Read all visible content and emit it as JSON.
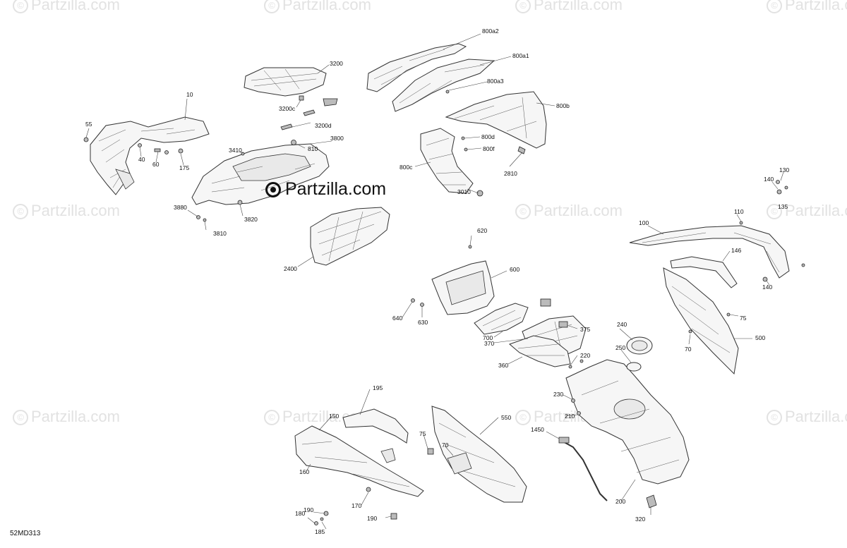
{
  "watermark_text": "Partzilla.com",
  "logo_text": "Partzilla.com",
  "diagram_ref": "52MD313",
  "callouts": {
    "c10": "10",
    "c55": "55",
    "c40": "40",
    "c60": "60",
    "c175": "175",
    "c3200": "3200",
    "c3200c": "3200c",
    "c3200d": "3200d",
    "c3410": "3410",
    "c810": "810",
    "c3800": "3800",
    "c3880": "3880",
    "c3820": "3820",
    "c3810": "3810",
    "c2400": "2400",
    "c800a2": "800a2",
    "c800a1": "800a1",
    "c800a3": "800a3",
    "c800b": "800b",
    "c800d": "800d",
    "c800f": "800f",
    "c800c": "800c",
    "c2810": "2810",
    "c3010": "3010",
    "c130": "130",
    "c140a": "140",
    "c135": "135",
    "c100": "100",
    "c110": "110",
    "c146": "146",
    "c140b": "140",
    "c75a": "75",
    "c70a": "70",
    "c500": "500",
    "c620": "620",
    "c600": "600",
    "c640": "640",
    "c630": "630",
    "c700": "700",
    "c370": "370",
    "c375": "375",
    "c360": "360",
    "c240": "240",
    "c250": "250",
    "c220": "220",
    "c230": "230",
    "c210": "210",
    "c195": "195",
    "c150": "150",
    "c160": "160",
    "c550": "550",
    "c75b": "75",
    "c70b": "70",
    "c1450": "1450",
    "c200": "200",
    "c170": "170",
    "c190a": "190",
    "c190b": "190",
    "c180": "180",
    "c185": "185",
    "c320": "320"
  },
  "colors": {
    "line": "#333333",
    "watermark": "#e2e2e2",
    "text": "#111111"
  }
}
